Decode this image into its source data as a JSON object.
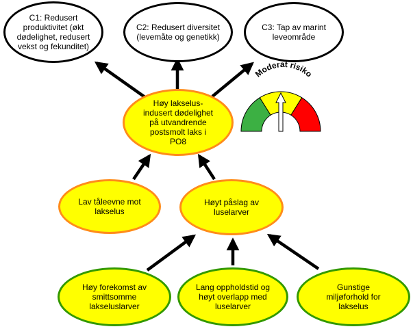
{
  "consequences": [
    {
      "id": "c1",
      "label": "C1: Redusert produktivitet (økt dødelighet, redusert vekst og fekunditet)"
    },
    {
      "id": "c2",
      "label": "C2: Redusert diversitet (levemåte og genetikk)"
    },
    {
      "id": "c3",
      "label": "C3: Tap av marint leveområde"
    }
  ],
  "main_effect": {
    "label": "Høy lakselus-indusert dødelighet på utvandrende postsmolt laks i PO8"
  },
  "factors": [
    {
      "id": "tolerance",
      "label": "Lav tåleevne mot lakselus"
    },
    {
      "id": "infestation",
      "label": "Høyt påslag av luselarver"
    }
  ],
  "drivers": [
    {
      "id": "larvae",
      "label": "Høy forekomst av smittsomme lakseluslarver"
    },
    {
      "id": "overlap",
      "label": "Lang oppholdstid og høyt overlapp med luselarver"
    },
    {
      "id": "environment",
      "label": "Gunstige miljøforhold for lakselus"
    }
  ],
  "risk_gauge": {
    "label": "Moderat risiko",
    "segments": [
      {
        "name": "low",
        "color": "#3cb043"
      },
      {
        "name": "moderate",
        "color": "#ffff00"
      },
      {
        "name": "high",
        "color": "#ff0000"
      }
    ],
    "level": 0.5
  },
  "colors": {
    "fill_yellow": "#ffff00",
    "border_orange": "#ff8c1a",
    "border_green": "#339900",
    "border_black": "#000000"
  }
}
